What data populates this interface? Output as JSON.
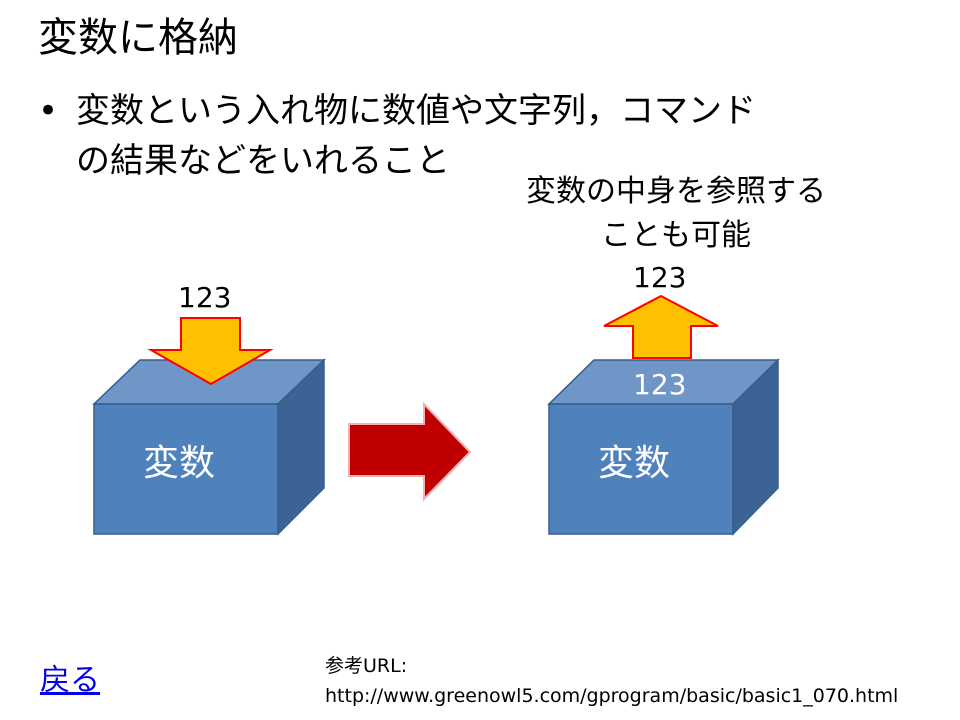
{
  "slide": {
    "title": "変数に格納",
    "bullet": {
      "marker": "•",
      "line1": "変数という入れ物に数値や文字列，コマンド",
      "line2": "の結果などをいれること"
    },
    "caption": {
      "line1": "変数の中身を参照する",
      "line2": "ことも可能"
    },
    "diagram": {
      "input_value": "123",
      "output_value": "123",
      "stored_value": "123",
      "box_label_left": "変数",
      "box_label_right": "変数",
      "colors": {
        "box_front": "#4f81bd",
        "box_top": "#7096c8",
        "box_side": "#3b6396",
        "box_border": "#385d8a",
        "arrow_yellow": "#ffc000",
        "arrow_border": "#ff0000",
        "arrow_red": "#c00000"
      }
    },
    "footer": {
      "back_link": "戻る",
      "ref_label": "参考URL:",
      "ref_url": "http://www.greenowl5.com/gprogram/basic/basic1_070.html"
    }
  }
}
